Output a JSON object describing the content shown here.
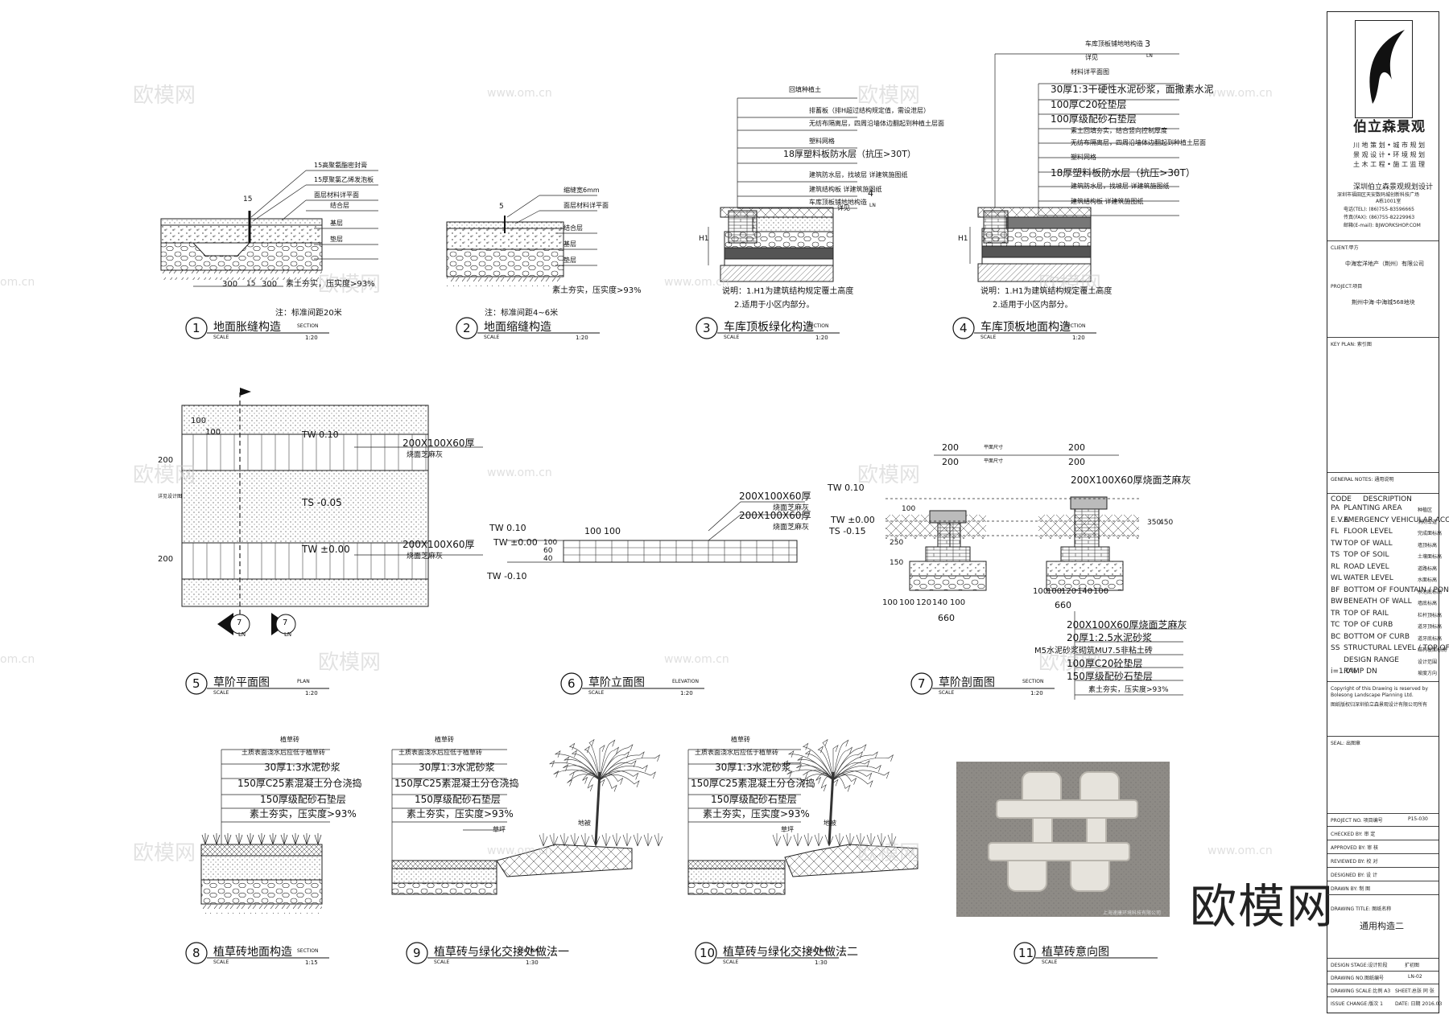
{
  "watermarks": {
    "cn": "欧模网",
    "url": "www.om.cn",
    "url_short": "om.cn"
  },
  "brand_mark": "欧模网",
  "details": [
    {
      "num": "1",
      "title": "地面胀缝构造",
      "type": "SECTION",
      "scale_label": "SCALE",
      "scale": "1:20"
    },
    {
      "num": "2",
      "title": "地面缩缝构造",
      "type": "",
      "scale_label": "SCALE",
      "scale": "1:20"
    },
    {
      "num": "3",
      "title": "车库顶板绿化构造",
      "type": "SECTION",
      "scale_label": "SCALE",
      "scale": "1:20"
    },
    {
      "num": "4",
      "title": "车库顶板地面构造",
      "type": "SECTION",
      "scale_label": "SCALE",
      "scale": "1:20"
    },
    {
      "num": "5",
      "title": "草阶平面图",
      "type": "PLAN",
      "scale_label": "SCALE",
      "scale": "1:20"
    },
    {
      "num": "6",
      "title": "草阶立面图",
      "type": "ELEVATION",
      "scale_label": "SCALE",
      "scale": "1:20"
    },
    {
      "num": "7",
      "title": "草阶剖面图",
      "type": "SECTION",
      "scale_label": "SCALE",
      "scale": "1:20"
    },
    {
      "num": "8",
      "title": "植草砖地面构造",
      "type": "SECTION",
      "scale_label": "SCALE",
      "scale": "1:15"
    },
    {
      "num": "9",
      "title": "植草砖与绿化交接处做法一",
      "type": "SECTION",
      "scale_label": "SCALE",
      "scale": "1:30"
    },
    {
      "num": "10",
      "title": "植草砖与绿化交接处做法二",
      "type": "SECTION",
      "scale_label": "SCALE",
      "scale": "1:30"
    },
    {
      "num": "11",
      "title": "植草砖意向图",
      "type": "",
      "scale_label": "SCALE",
      "scale": ""
    }
  ],
  "d1": {
    "labels": [
      "15高聚氨酯密封膏",
      "15厚聚氯乙烯发泡板",
      "面层材料详平面",
      "结合层",
      "基层",
      "垫层"
    ],
    "dim_top": "15",
    "dims": [
      "300",
      "15",
      "300"
    ],
    "soil": "素土夯实，压实度>93%",
    "note": "注：标准间距20米"
  },
  "d2": {
    "labels": [
      "缩缝宽6mm",
      "面层材料详平面",
      "结合层",
      "基层",
      "垫层"
    ],
    "dim_top": "5",
    "soil": "素土夯实，压实度>93%",
    "note": "注：标准间距4~6米"
  },
  "d3": {
    "labels": [
      "回填种植土",
      "排蓄板（排H超过结构规定值，需设泄层）",
      "无纺布隔离层，四周沿墙体边翻起到种植土层面",
      "塑料网格",
      "18厚塑料板防水层（抗压>30T）",
      "建筑防水层，找坡层 详建筑施图纸",
      "建筑结构板 详建筑施图纸",
      "车库顶板铺地地构造"
    ],
    "ref": "4",
    "ref_sub": "LN",
    "detail": "详见",
    "h": "H1",
    "note1": "说明：1.H1为建筑结构规定覆土高度",
    "note2": "2.适用于小区内部分。"
  },
  "d4": {
    "labels": [
      "车库顶板铺地地构造",
      "详见",
      "材料详平面图",
      "30厚1:3干硬性水泥砂浆，面撒素水泥",
      "100厚C20砼垫层",
      "100厚级配砂石垫层",
      "素土回填夯实，结合竖向控制厚度",
      "无纺布隔离层，四周沿墙体边翻起到种植土层面",
      "塑料网格",
      "18厚塑料板防水层（抗压>30T）",
      "建筑防水层，找坡层 详建筑施图纸",
      "建筑结构板 详建筑施图纸"
    ],
    "ref": "3",
    "ref_sub": "LN",
    "h": "H1",
    "note1": "说明：1.H1为建筑结构规定覆土高度",
    "note2": "2.适用于小区内部分。"
  },
  "d5": {
    "dims": [
      "100",
      "100",
      "200",
      "200"
    ],
    "levels": [
      "TW 0.10",
      "TS -0.05",
      "TW ±0.00"
    ],
    "labels": [
      "200X100X60厚",
      "烧面芝麻灰",
      "200X100X60厚",
      "烧面芝麻灰"
    ],
    "side": "详见设计图",
    "refs": [
      {
        "n": "7",
        "s": "LN"
      },
      {
        "n": "7",
        "s": "LN"
      }
    ]
  },
  "d6": {
    "levels": [
      "TW 0.10",
      "TW ±0.00",
      "TW -0.10"
    ],
    "dims": [
      "100",
      "100",
      "40",
      "60",
      "100"
    ],
    "labels": [
      "200X100X60厚",
      "烧面芝麻灰",
      "200X100X60厚",
      "烧面芝麻灰"
    ]
  },
  "d7": {
    "top_dims": [
      "200",
      "200"
    ],
    "top_label": "平面尺寸",
    "levels": [
      "TW 0.10",
      "TW ±0.00",
      "TS -0.15"
    ],
    "label_top": "200X100X60厚烧面芝麻灰",
    "vdims": [
      "100",
      "250",
      "150",
      "350",
      "450"
    ],
    "bot_dims": [
      "100",
      "100",
      "120",
      "140",
      "100",
      "100"
    ],
    "tot": "660",
    "tot2": "660",
    "materials": [
      "200X100X60厚烧面芝麻灰",
      "20厚1:2.5水泥砂浆",
      "M5水泥砂浆砌筑MU7.5非粘土砖",
      "100厚C20砼垫层",
      "150厚级配砂石垫层",
      "素土夯实，压实度>93%"
    ]
  },
  "d8": {
    "labels": [
      "植草砖",
      "土质表面浇水后应低于植草砖",
      "30厚1:3水泥砂浆",
      "150厚C25素混凝土分仓浇捣",
      "150厚级配砂石垫层",
      "素土夯实，压实度>93%"
    ]
  },
  "d9": {
    "labels": [
      "植草砖",
      "土质表面浇水后应低于植草砖",
      "30厚1:3水泥砂浆",
      "150厚C25素混凝土分仓浇捣",
      "150厚级配砂石垫层",
      "素土夯实，压实度>93%"
    ],
    "lawn": "草坪",
    "slope": "地被"
  },
  "d10": {
    "labels": [
      "植草砖",
      "土质表面浇水后应低于植草砖",
      "30厚1:3水泥砂浆",
      "150厚C25素混凝土分仓浇捣",
      "150厚级配砂石垫层",
      "素土夯实，压实度>93%"
    ],
    "lawn": "草坪",
    "slope": "地被"
  },
  "d11": {
    "caption": "上海速康环境科技有限公司"
  },
  "titleblock": {
    "company": "伯立森景观",
    "services": [
      "川 地 策 划 • 城 市 规 划",
      "景 观 设 计 • 环 境 规 划",
      "土 木 工 程 • 施 工 监 理"
    ],
    "firm_cn": "深圳伯立森景观规划设计",
    "addr": [
      "深圳市福田区天安数码城创新科技广场",
      "A栋1001室"
    ],
    "contacts": [
      "电话(TEL): (86)755-83596665",
      "传真(FAX): (86)755-82229963",
      "邮箱(E-mail): BJWORKSHOP.COM"
    ],
    "client_label": "CLIENT:甲方",
    "client": "中海宏洋地产（荆州）有限公司",
    "project_label": "PROJECT:项目",
    "project": "荆州中海·中海城568地块",
    "keyplan": "KEY PLAN: 索引图",
    "general_notes": "GENERAL NOTES: 通用说明",
    "code_head": [
      "CODE",
      "DESCRIPTION"
    ],
    "codes": [
      {
        "c": "PA",
        "d": "PLANTING AREA",
        "cn": "种植区"
      },
      {
        "c": "E.V.A",
        "d": "EMERGENCY VEHICULAR ACCESS",
        "cn": "消防车道"
      },
      {
        "c": "FL",
        "d": "FLOOR LEVEL",
        "cn": "完成面标高"
      },
      {
        "c": "TW",
        "d": "TOP OF WALL",
        "cn": "墙顶标高"
      },
      {
        "c": "TS",
        "d": "TOP OF SOIL",
        "cn": "土壤面标高"
      },
      {
        "c": "RL",
        "d": "ROAD LEVEL",
        "cn": "道路标高"
      },
      {
        "c": "WL",
        "d": "WATER LEVEL",
        "cn": "水面标高"
      },
      {
        "c": "BF",
        "d": "BOTTOM OF FOUNTAIN / POND/POOL",
        "cn": "水池底标高"
      },
      {
        "c": "BW",
        "d": "BENEATH OF WALL",
        "cn": "墙底标高"
      },
      {
        "c": "TR",
        "d": "TOP OF RAIL",
        "cn": "栏杆顶标高"
      },
      {
        "c": "TC",
        "d": "TOP OF CURB",
        "cn": "道牙顶标高"
      },
      {
        "c": "BC",
        "d": "BOTTOM OF CURB",
        "cn": "道牙底标高"
      },
      {
        "c": "SS",
        "d": "STRUCTURAL LEVEL / TOP OF SLAB",
        "cn": "结构板面标高"
      },
      {
        "c": "",
        "d": "DESIGN RANGE",
        "cn": "设计范围"
      },
      {
        "c": "i=1.0%",
        "d": "RAMP DN",
        "cn": "坡度方向"
      }
    ],
    "copyright": [
      "Copyright of this Drawing is reserved by",
      "Bolesong Landscape Planning Ltd.",
      "图纸版权归深圳伯立森景观设计有限公司所有"
    ],
    "seal": "SEAL: 出图章",
    "rows": [
      {
        "k": "PROJECT NO. 项目编号",
        "v": "P15-030"
      },
      {
        "k": "CHECKED BY: 审 定",
        "v": ""
      },
      {
        "k": "APPROVED BY: 审 核",
        "v": ""
      },
      {
        "k": "REVIEWED BY: 校 对",
        "v": ""
      },
      {
        "k": "DESIGNED BY: 设 计",
        "v": ""
      },
      {
        "k": "DRAWN BY: 制 图",
        "v": ""
      }
    ],
    "drawing_title_label": "DRAWING TITLE: 图纸名称",
    "drawing_title": "通用构造二",
    "design_stage": "DESIGN STAGE:设计阶段",
    "stage": "扩初图",
    "drawing_no_label": "DRAWING NO.图纸编号",
    "drawing_no": "LN-02",
    "drawing_scale": "DRAWING SCALE:比例 A3",
    "sheet": "SHEET:总张 同 张",
    "issue": "ISSUE CHANGE:版次 1",
    "date": "DATE: 日期 2016.03"
  }
}
